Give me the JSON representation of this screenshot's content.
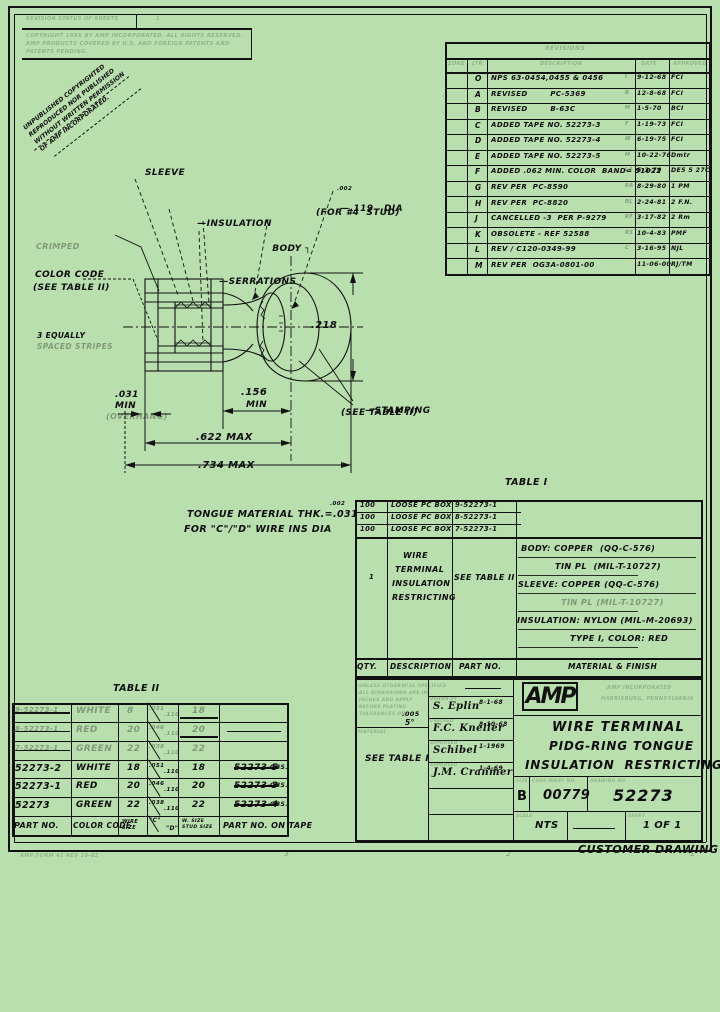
{
  "sheet": {
    "top_note": "COPYRIGHT 19XX BY AMP INCORPORATED. ALL RIGHTS RESERVED. AMP PRODUCTS COVERED BY U.S. AND FOREIGN PATENTS AND PATENTS PENDING.",
    "copyright_stamp": [
      "UNPUBLISHED COPYRIGHTED",
      "REPRODUCED NOR PUBLISHED",
      "WITHOUT WRITTEN PERMISSION",
      "OF AMP INCORPORATED."
    ],
    "bottom_margin_note": "AMP FORM 41 REV 10-82"
  },
  "revision_table": {
    "title": "REVISIONS",
    "headers": [
      "ZONE",
      "LTR",
      "DESCRIPTION",
      "DATE",
      "APPROVED"
    ],
    "rows": [
      {
        "zone": "",
        "ltr": "O",
        "description": "NPS 63-0454,0455 & 0456",
        "tag": "I",
        "date": "9-12-68",
        "approved": "FCI"
      },
      {
        "zone": "",
        "ltr": "A",
        "description": "REVISED        PC-5369",
        "tag": "B",
        "date": "12-8-68",
        "approved": "FCI"
      },
      {
        "zone": "",
        "ltr": "B",
        "description": "REVISED        B-63C",
        "tag": "M",
        "date": "1-5-70",
        "approved": "BCI"
      },
      {
        "zone": "",
        "ltr": "C",
        "description": "ADDED TAPE NO. 52273-3",
        "tag": "F",
        "date": "1-19-73",
        "approved": "FCI"
      },
      {
        "zone": "",
        "ltr": "D",
        "description": "ADDED TAPE NO. 52273-4",
        "tag": "W",
        "date": "6-19-75",
        "approved": "FCI"
      },
      {
        "zone": "",
        "ltr": "E",
        "description": "ADDED TAPE NO. 52273-5",
        "tag": "M",
        "date": "10-22-76",
        "approved": "Dmtr"
      },
      {
        "zone": "",
        "ltr": "F",
        "description": "ADDED .062 MIN. COLOR  BAND= 51022",
        "tag": "L4",
        "date": "5-3-79",
        "approved": "DE5 5 27C"
      },
      {
        "zone": "",
        "ltr": "G",
        "description": "REV PER  PC-8590",
        "tag": "RA",
        "date": "8-29-80",
        "approved": "1 PM"
      },
      {
        "zone": "",
        "ltr": "H",
        "description": "REV PER  PC-8820",
        "tag": "RL",
        "date": "2-24-81",
        "approved": "2 F.N."
      },
      {
        "zone": "",
        "ltr": "J",
        "description": "CANCELLED -3  PER P-9279",
        "tag": "RF",
        "date": "3-17-82",
        "approved": "2 Rm"
      },
      {
        "zone": "",
        "ltr": "K",
        "description": "OBSOLETE - REF 52588",
        "tag": "RS",
        "date": "10-4-83",
        "approved": "PMF"
      },
      {
        "zone": "",
        "ltr": "L",
        "description": "REV / C120-0349-99",
        "tag": "C",
        "date": "3-16-95",
        "approved": "NJL"
      },
      {
        "zone": "",
        "ltr": "M",
        "description": "REV PER  OG3A-0801-00",
        "tag": "",
        "date": "11-06-00",
        "approved": "RJ/TM"
      }
    ]
  },
  "drawing": {
    "callouts": [
      {
        "name": "sleeve",
        "label": "SLEEVE"
      },
      {
        "name": "insulation",
        "label": "INSULATION"
      },
      {
        "name": "serrations",
        "label": "SERRATIONS"
      },
      {
        "name": "body",
        "label": "BODY"
      },
      {
        "name": "color-code",
        "label": "COLOR CODE"
      },
      {
        "name": "color-code-sub",
        "label": "(SEE TABLE II)"
      },
      {
        "name": "stripes-1",
        "label": "3 EQUALLY"
      },
      {
        "name": "stripes-2",
        "label": "SPACED STRIPES"
      },
      {
        "name": "stamping-1",
        "label": "STAMPING"
      },
      {
        "name": "stamping-2",
        "label": "(SEE TABLE II)"
      }
    ],
    "hole": {
      "tol": ".002",
      "dia": ".119   DIA",
      "note": "(FOR #4  STUD)"
    },
    "dims": {
      "height": ".218",
      "overhang_1": ".031",
      "overhang_2": "MIN",
      "overhang_3": "(OVERHANG)",
      "tongue_1": ".156",
      "tongue_2": "MIN",
      "len_622": ".622 MAX",
      "len_734": ".734 MAX"
    },
    "note_1": "TONGUE MATERIAL THK.=.031",
    "note_1_tol": ".002",
    "note_2": "FOR \"C\"/\"D\" WIRE INS DIA"
  },
  "table_one": {
    "title": "TABLE I",
    "box_rows": [
      {
        "qty": "100",
        "pack": "LOOSE PC BOX",
        "part": "9-52273-1"
      },
      {
        "qty": "100",
        "pack": "LOOSE PC BOX",
        "part": "8-52273-1"
      },
      {
        "qty": "100",
        "pack": "LOOSE PC BOX",
        "part": "7-52273-1"
      }
    ],
    "main_row": {
      "qty": "1",
      "description": [
        "WIRE",
        "TERMINAL",
        "INSULATION",
        "RESTRICTING"
      ],
      "part_no": "SEE TABLE II",
      "material": [
        "BODY: COPPER  (QQ-C-576)",
        "TIN PL  (MIL-T-10727)",
        "SLEEVE: COPPER (QQ-C-576)",
        "TIN PL (MIL-T-10727)",
        "INSULATION: NYLON (MIL-M-20693)",
        "TYPE I, COLOR: RED"
      ]
    },
    "headers": [
      "QTY.",
      "DESCRIPTION",
      "PART NO.",
      "MATERIAL & FINISH"
    ]
  },
  "table_two": {
    "title": "TABLE II",
    "rows": [
      {
        "part_no": "9-52273-1",
        "color_code": "WHITE",
        "wire_size": "8",
        "c": ".051",
        "d": ".110",
        "stud": "18",
        "tape": "",
        "obs": "",
        "strike": true
      },
      {
        "part_no": "8-52273-1",
        "color_code": "RED",
        "wire_size": "20",
        "c": ".046",
        "d": ".110",
        "stud": "20",
        "tape": "",
        "obs": "",
        "strike": true
      },
      {
        "part_no": "7-52273-1",
        "color_code": "GREEN",
        "wire_size": "22",
        "c": ".038",
        "d": ".110",
        "stud": "22",
        "tape": "",
        "obs": "",
        "strike": true
      },
      {
        "part_no": "52273-2",
        "color_code": "WHITE",
        "wire_size": "18",
        "c": ".051",
        "d": ".110",
        "stud": "18",
        "tape": "52273-5",
        "obs": "OBS.",
        "strike": false
      },
      {
        "part_no": "52273-1",
        "color_code": "RED",
        "wire_size": "20",
        "c": ".046",
        "d": ".110",
        "stud": "20",
        "tape": "52273-3",
        "obs": "OBS.",
        "strike": false
      },
      {
        "part_no": "52273",
        "color_code": "GREEN",
        "wire_size": "22",
        "c": ".038",
        "d": ".110",
        "stud": "22",
        "tape": "52273-4",
        "obs": "OBS.",
        "strike": false
      }
    ],
    "headers": {
      "part_no": "PART NO.",
      "color_code": "COLOR CODE",
      "wire_size": "WIRE\nSIZE",
      "c": "\"C\"",
      "d": "\"D\"",
      "stud": "W. SIZE\nSTUD SIZE",
      "tape": "PART NO. ON TAPE"
    }
  },
  "title_block": {
    "tolerance_note": [
      "UNLESS OTHERWISE SPECIFIED",
      "ALL DIMENSIONS ARE IN",
      "INCHES AND APPLY",
      "BEFORE PLATING",
      "TOLERANCES ON"
    ],
    "tolerance_values": [
      ".005",
      "5°"
    ],
    "material_label": "MATERIAL",
    "material_value": "SEE TABLE I",
    "signatures": [
      {
        "role": "DRAWN BY",
        "name": "S. Eplin",
        "date": "8-1-68"
      },
      {
        "role": "CHECKED",
        "name": "F.C. Kneller",
        "date": "8-10-68"
      },
      {
        "role": "APPROVED",
        "name": "Schibel",
        "date": "1-1969"
      },
      {
        "role": "APPROVED",
        "name": "J.M. Cranmer",
        "date": "1-4-69"
      }
    ],
    "company_name": "AMP INCORPORATED",
    "company_city": "HARRISBURG, PENNSYLVANIA",
    "logo_text": "AMP",
    "title_lines": [
      "WIRE TERMINAL",
      "PIDG-RING TONGUE",
      "INSULATION  RESTRICTING"
    ],
    "size_label": "SIZE",
    "size": "B",
    "cage_label": "CODE IDENT NO.",
    "cage": "00779",
    "drawing_label": "DRAWING NO.",
    "drawing_no": "52273",
    "scale_label": "SCALE",
    "scale": "NTS",
    "weight_label": "WT",
    "sheet_label": "SHEET",
    "sheet": "1 OF 1",
    "customer": "CUSTOMER DRAWING"
  },
  "colors": {
    "paper": "#b9dfae",
    "ink": "#111111"
  }
}
